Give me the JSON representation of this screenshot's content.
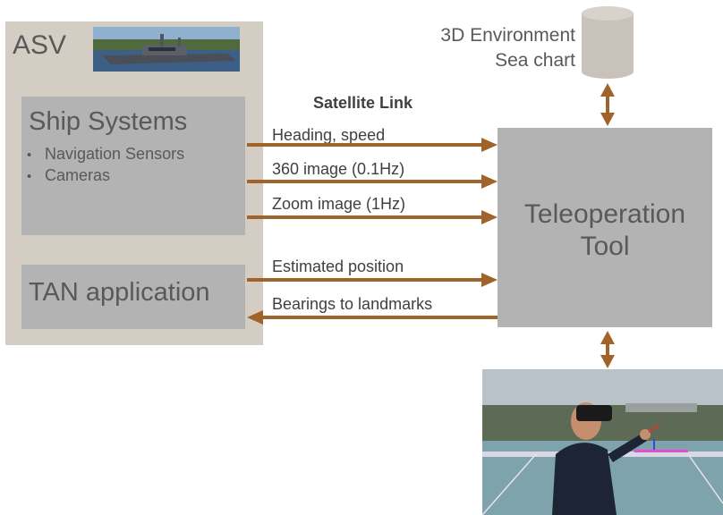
{
  "asv": {
    "title": "ASV",
    "ship_systems": {
      "title": "Ship Systems",
      "items": [
        "Navigation Sensors",
        "Cameras"
      ]
    },
    "tan_application": "TAN application"
  },
  "teleoperation_tool": [
    "Teleoperation",
    "Tool"
  ],
  "environment": [
    "3D Environment",
    "Sea chart"
  ],
  "satellite_link": "Satellite Link",
  "links": [
    {
      "label": "Heading, speed",
      "direction": "to-tool"
    },
    {
      "label": "360 image (0.1Hz)",
      "direction": "to-tool"
    },
    {
      "label": "Zoom image (1Hz)",
      "direction": "to-tool"
    },
    {
      "label": "Estimated position",
      "direction": "to-tool"
    },
    {
      "label": "Bearings to landmarks",
      "direction": "to-asv"
    }
  ],
  "colors": {
    "arrow": "#a0632a",
    "asv_box": "#d3cdc3",
    "system_box": "#b3b3b3",
    "cylinder": "#c8c2bb"
  }
}
